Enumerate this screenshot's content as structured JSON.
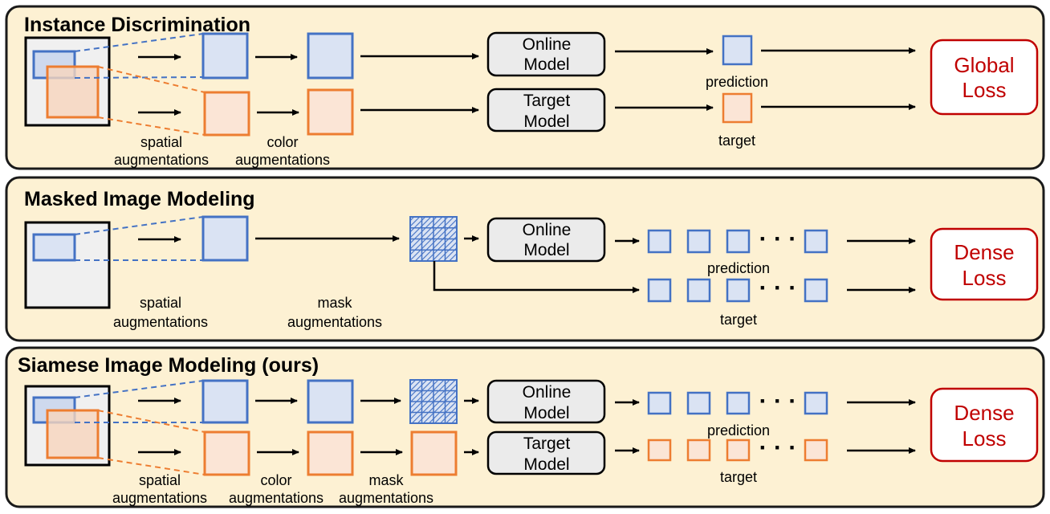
{
  "colors": {
    "panel_fill": "#fdf1d3",
    "panel_stroke": "#1a1a1a",
    "blue_stroke": "#4472c4",
    "blue_fill": "#dae3f3",
    "orange_stroke": "#ed7d31",
    "orange_fill": "#fbe5d6",
    "model_fill": "#ebebeb",
    "loss_stroke": "#c00000",
    "loss_text": "#c00000",
    "image_fill": "#f0f0f0"
  },
  "panels": [
    {
      "title": "Instance Discrimination",
      "labels": {
        "spatial_1": "spatial",
        "spatial_2": "augmentations",
        "color_1": "color",
        "color_2": "augmentations",
        "prediction": "prediction",
        "target": "target"
      },
      "models": {
        "online_1": "Online",
        "online_2": "Model",
        "target_1": "Target",
        "target_2": "Model"
      },
      "loss": {
        "line1": "Global",
        "line2": "Loss"
      }
    },
    {
      "title": "Masked Image Modeling",
      "labels": {
        "spatial_1": "spatial",
        "spatial_2": "augmentations",
        "mask_1": "mask",
        "mask_2": "augmentations",
        "prediction": "prediction",
        "target": "target"
      },
      "models": {
        "online_1": "Online",
        "online_2": "Model"
      },
      "loss": {
        "line1": "Dense",
        "line2": "Loss"
      }
    },
    {
      "title": "Siamese Image Modeling (ours)",
      "labels": {
        "spatial_1": "spatial",
        "spatial_2": "augmentations",
        "color_1": "color",
        "color_2": "augmentations",
        "mask_1": "mask",
        "mask_2": "augmentations",
        "prediction": "prediction",
        "target": "target"
      },
      "models": {
        "online_1": "Online",
        "online_2": "Model",
        "target_1": "Target",
        "target_2": "Model"
      },
      "loss": {
        "line1": "Dense",
        "line2": "Loss"
      }
    }
  ],
  "ellipsis": "· · ·"
}
